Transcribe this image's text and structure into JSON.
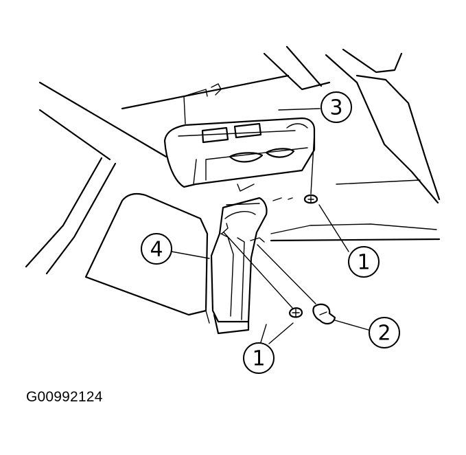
{
  "figure_code": "G00992124",
  "callouts": [
    {
      "id": "c1a",
      "label": "1"
    },
    {
      "id": "c1b",
      "label": "1"
    },
    {
      "id": "c2",
      "label": "2"
    },
    {
      "id": "c3",
      "label": "3"
    },
    {
      "id": "c4",
      "label": "4"
    }
  ]
}
